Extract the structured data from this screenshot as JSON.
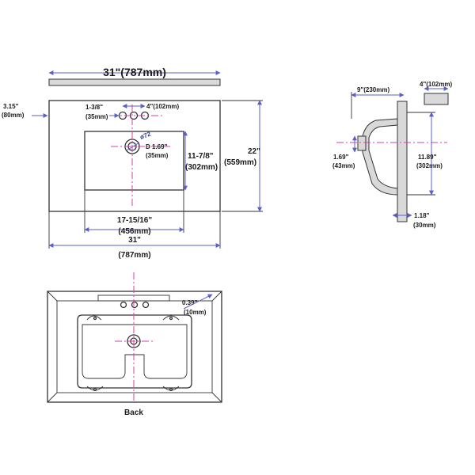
{
  "colors": {
    "outline": "#333333",
    "dimension_line": "#5b5fc7",
    "center_line": "#d63fb0",
    "callout_text": "#2b3f8f"
  },
  "top_view": {
    "overall_width": "31\"(787mm)",
    "back_edge_in": "3.15\"",
    "back_edge_mm": "(80mm)",
    "faucet_hole_in": "1-3/8\"",
    "faucet_hole_mm": "(35mm)",
    "faucet_spacing": "4\"(102mm)",
    "drain_symbol": "ø72",
    "drain_dia": "D 1.69\"",
    "drain_dia_mm": "(35mm)",
    "bowl_depth_in": "11-7/8\"",
    "bowl_depth_mm": "(302mm)",
    "overall_depth_in": "22\"",
    "overall_depth_mm": "(559mm)",
    "bowl_width_in": "17-15/16\"",
    "bowl_width_mm": "(456mm)",
    "bottom_width_in": "31\"",
    "bottom_width_mm": "(787mm)"
  },
  "side_view": {
    "depth": "9\"(230mm)",
    "backsplash": "4\"(102mm)",
    "drain_offset_in": "1.69\"",
    "drain_offset_mm": "(43mm)",
    "bowl_height_in": "11.89\"",
    "bowl_height_mm": "(302mm)",
    "thickness_in": "1.18\"",
    "thickness_mm": "(30mm)"
  },
  "bottom_view": {
    "edge_in": "0.39\"",
    "edge_mm": "(10mm)",
    "caption": "Back"
  }
}
